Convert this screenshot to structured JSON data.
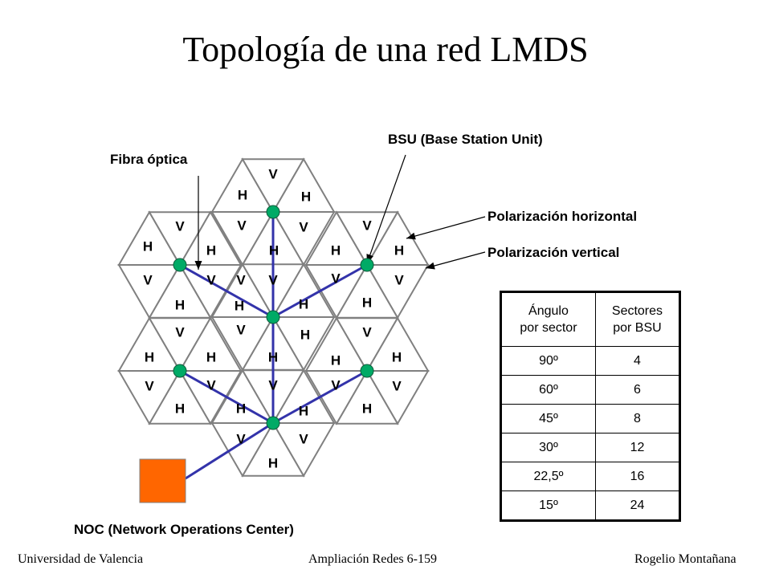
{
  "title": "Topología de una red LMDS",
  "labels": {
    "bsu": "BSU (Base Station Unit)",
    "fibra": "Fibra óptica",
    "pol_h": "Polarización horizontal",
    "pol_v": "Polarización vertical",
    "noc": "NOC (Network Operations Center)"
  },
  "colors": {
    "fiber": "#3333aa",
    "node": "#00aa66",
    "noc": "#ff6600"
  },
  "table": {
    "headers": [
      "Ángulo\npor sector",
      "Sectores\npor BSU"
    ],
    "rows": [
      [
        "90º",
        "4"
      ],
      [
        "60º",
        "6"
      ],
      [
        "45º",
        "8"
      ],
      [
        "30º",
        "12"
      ],
      [
        "22,5º",
        "16"
      ],
      [
        "15º",
        "24"
      ]
    ]
  },
  "sector_letters": {
    "cell_1": [
      "V",
      "H",
      "H",
      "V",
      "V"
    ],
    "cell_2": [
      "V",
      "H",
      "H",
      "V",
      "V"
    ],
    "cell_3": [
      "H",
      "V",
      "V",
      "H",
      "H"
    ],
    "cell_4": [
      "V",
      "H",
      "H",
      "V",
      "V"
    ],
    "cell_5": [
      "H",
      "H",
      "V",
      "V",
      "H"
    ],
    "cell_6": [
      "V",
      "H",
      "H",
      "V",
      "V",
      "H"
    ],
    "cell_7": [
      "H",
      "H",
      "V",
      "V",
      "H"
    ]
  },
  "footer": {
    "left": "Universidad de Valencia",
    "center": "Ampliación Redes 6-159",
    "right": "Rogelio Montañana"
  }
}
